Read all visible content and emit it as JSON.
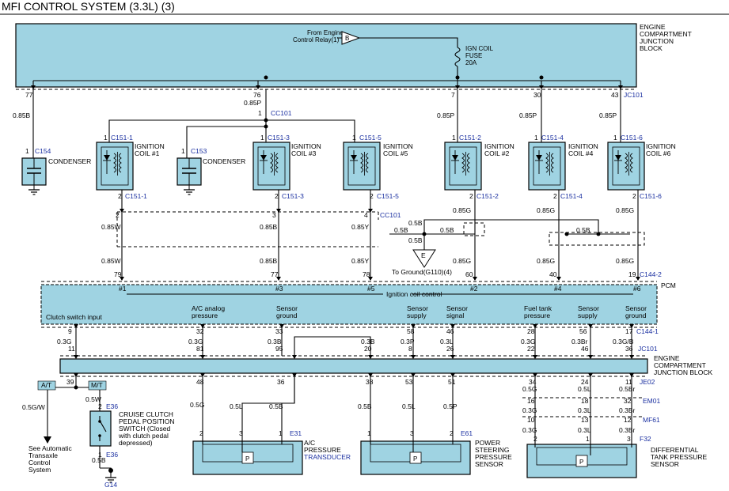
{
  "title": "MFI CONTROL SYSTEM (3.3L) (3)",
  "ecjb": {
    "label_lines": [
      "ENGINE",
      "COMPARTMENT",
      "JUNCTION",
      "BLOCK"
    ],
    "relay_lines": [
      "From Engine",
      "Control Relay(1)"
    ],
    "relay_tag": "B",
    "fuse_lines": [
      "IGN COIL",
      "FUSE",
      "20A"
    ],
    "pins": [
      "77",
      "76",
      "7",
      "30",
      "43"
    ],
    "connector": "JC101"
  },
  "wires_top": {
    "w77": "0.85B",
    "w76": "0.85P",
    "w7": "0.85P",
    "w30": "0.85P",
    "w43": "0.85P",
    "cc101_pin": "1",
    "cc101": "CC101"
  },
  "condensers": [
    {
      "connector": "C154",
      "pin": "1",
      "label": "CONDENSER"
    },
    {
      "connector": "C153",
      "pin": "1",
      "label": "CONDENSER"
    }
  ],
  "coils": [
    {
      "top": "C151-1",
      "bottom": "C151-1",
      "lines": [
        "IGNITION",
        "COIL #1"
      ],
      "pin_top": "1",
      "pin_bot": "2"
    },
    {
      "top": "C151-3",
      "bottom": "C151-3",
      "lines": [
        "IGNITION",
        "COIL #3"
      ],
      "pin_top": "1",
      "pin_bot": "2"
    },
    {
      "top": "C151-5",
      "bottom": "C151-5",
      "lines": [
        "IGNITION",
        "COIL #5"
      ],
      "pin_top": "1",
      "pin_bot": "2"
    },
    {
      "top": "C151-2",
      "bottom": "C151-2",
      "lines": [
        "IGNITION",
        "COIL #2"
      ],
      "pin_top": "1",
      "pin_bot": "2"
    },
    {
      "top": "C151-4",
      "bottom": "C151-4",
      "lines": [
        "IGNITION",
        "COIL #4"
      ],
      "pin_top": "1",
      "pin_bot": "2"
    },
    {
      "top": "C151-6",
      "bottom": "C151-6",
      "lines": [
        "IGNITION",
        "COIL #6"
      ],
      "pin_top": "1",
      "pin_bot": "2"
    }
  ],
  "cc101_mid": {
    "pins": [
      "2",
      "3",
      "4"
    ],
    "connector": "CC101"
  },
  "mid_wires": {
    "w1a": "0.85W",
    "w3a": "0.85B",
    "w5a": "0.85Y",
    "w1b": "0.85W",
    "w3b": "0.85B",
    "w5b": "0.85Y",
    "w2a": "0.85G",
    "w4a": "0.85G",
    "w6a": "0.85G",
    "w2b": "0.85G",
    "w4b": "0.85G",
    "w6b": "0.85G",
    "g1": "0.5B",
    "g2": "0.5B",
    "g3": "0.5B",
    "g4": "0.5B",
    "g5": "0.5B"
  },
  "ground": {
    "tag": "E",
    "label": "To Ground(G110)(4)"
  },
  "pcm": {
    "label": "PCM",
    "connector_top": "C144-2",
    "connector_bottom": "C144-1",
    "pins_top": [
      "79",
      "77",
      "78",
      "60",
      "40",
      "19"
    ],
    "cyl": [
      "#1",
      "#3",
      "#5",
      "#2",
      "#4",
      "#6"
    ],
    "ign_label": "Ignition coil control",
    "funcs": [
      [
        "Clutch switch input"
      ],
      [
        "A/C analog",
        "pressure"
      ],
      [
        "Sensor",
        "ground"
      ],
      [
        "Sensor",
        "supply"
      ],
      [
        "Sensor",
        "signal"
      ],
      [
        "Fuel tank",
        "pressure"
      ],
      [
        "Sensor",
        "supply"
      ],
      [
        "Sensor",
        "ground"
      ]
    ],
    "pins_bottom": [
      "9",
      "32",
      "33",
      "58",
      "46",
      "28",
      "56",
      "17"
    ]
  },
  "lower_wires": {
    "w9": "0.3G",
    "w32": "0.3G",
    "w33": "0.3B",
    "w58": "0.3P",
    "w46": "0.3L",
    "w28": "0.3G",
    "w56": "0.3Br",
    "w17": "0.3G/B",
    "w20": "0.3B"
  },
  "jc101_pins": [
    "11",
    "81",
    "95",
    "20",
    "8",
    "26",
    "22",
    "46",
    "36"
  ],
  "jc101": "JC101",
  "ecjb2_lines": [
    "ENGINE",
    "COMPARTMENT",
    "JUNCTION BLOCK"
  ],
  "ecjb2_pins": [
    "39",
    "48",
    "36",
    "38",
    "53",
    "51",
    "34",
    "24",
    "11"
  ],
  "at_mt": {
    "at": "A/T",
    "mt": "M/T"
  },
  "clutch": {
    "wire_a": "0.5G/W",
    "wire_b": "0.5W",
    "pin": "2",
    "pin2": "1",
    "connector": "E36",
    "connector2": "E36",
    "label_lines": [
      "CRUISE CLUTCH",
      "PEDAL POSITION",
      "SWITCH (Closed",
      "with clutch pedal",
      "depressed)"
    ],
    "see_lines": [
      "See Automatic",
      "Transaxle",
      "Control",
      "System"
    ],
    "ground_wire": "0.5B",
    "ground": "G14"
  },
  "je02": "JE02",
  "je_wires": {
    "a1": "0.5G",
    "a2": "0.5L",
    "a3": "0.5B",
    "b1": "0.5B",
    "b2": "0.5L",
    "b3": "0.5P",
    "c1": "0.5G",
    "c2": "0.5L",
    "c3": "0.5Br"
  },
  "em01": {
    "connector": "EM01",
    "pins": [
      "16",
      "18",
      "32"
    ]
  },
  "mf61": {
    "connector": "MF61",
    "pins": [
      "10",
      "13",
      "12"
    ],
    "wires": [
      "0.3G",
      "0.3L",
      "0.3Br"
    ]
  },
  "mf_wires2": [
    "0.3G",
    "0.3L",
    "0.3Br"
  ],
  "sensors": [
    {
      "connector": "E31",
      "pins": [
        "2",
        "3",
        "1"
      ],
      "lines": [
        "A/C",
        "PRESSURE"
      ],
      "blue_line": "TRANSDUCER"
    },
    {
      "connector": "E61",
      "pins": [
        "1",
        "3",
        "2"
      ],
      "lines": [
        "POWER",
        "STEERING",
        "PRESSURE",
        "SENSOR"
      ]
    },
    {
      "connector": "F32",
      "pins": [
        "2",
        "1",
        "3"
      ],
      "lines": [
        "DIFFERENTIAL",
        "TANK PRESSURE",
        "SENSOR"
      ]
    }
  ],
  "colors": {
    "block_fill": "#9fd3e2",
    "connector_text": "#1a2fa0",
    "line": "#000000"
  }
}
